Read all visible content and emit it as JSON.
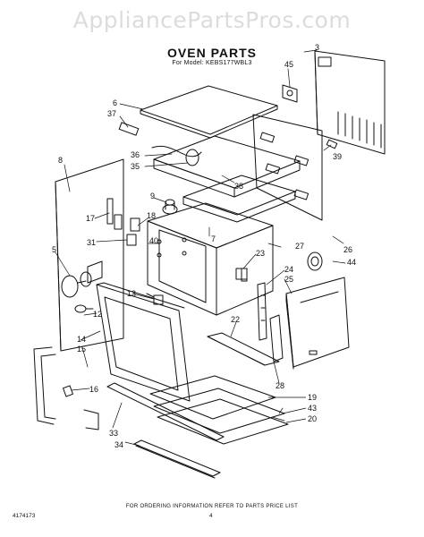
{
  "watermark": "AppliancePartsPros.com",
  "title": "OVEN PARTS",
  "model": "For Model: KEBS177WBL3",
  "footer_note": "FOR ORDERING INFORMATION REFER TO PARTS PRICE LIST",
  "doc_number": "4174173",
  "page_number": "4",
  "callouts": [
    "3",
    "45",
    "6",
    "37",
    "36",
    "35",
    "39",
    "8",
    "38",
    "9",
    "18",
    "17",
    "31",
    "40",
    "7",
    "27",
    "5",
    "26",
    "44",
    "23",
    "24",
    "25",
    "13",
    "12",
    "22",
    "14",
    "15",
    "16",
    "28",
    "19",
    "43",
    "20",
    "33",
    "34"
  ]
}
